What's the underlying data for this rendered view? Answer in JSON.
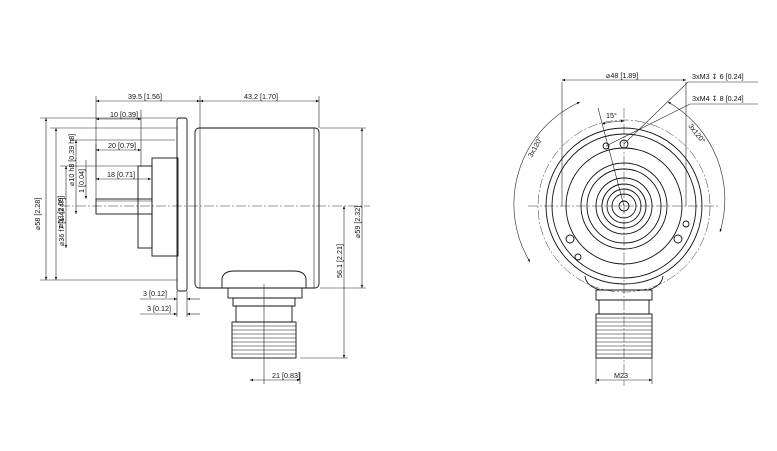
{
  "side_view": {
    "dims": {
      "shaft_len": "39.5 [1.56]",
      "body_len": "43.2 [1.70]",
      "flange_step": "10 [0.39]",
      "spigot_len": "20 [0.79]",
      "shaft_step": "18 [0.71]",
      "flange_th1": "3 [0.12]",
      "flange_th2": "3 [0.12]",
      "connector_off": "21 [0.83]",
      "dia_58": "⌀58 [2.28]",
      "dia_53": "⌀53 [2.09]",
      "dia_36": "⌀36 f7 [1.42 f7]",
      "dia_10": "⌀10 h8 [0.39 h8]",
      "chamfer": "1 [0.04]",
      "dia_59": "⌀59 [2.32]",
      "height_56": "56.1 [2.21]"
    }
  },
  "front_view": {
    "dims": {
      "dia_48": "⌀48 [1.89]",
      "m3_holes": "3xM3 ↧ 6 [0.24]",
      "m4_holes": "3xM4 ↧ 8 [0.24]",
      "angle_15": "15°",
      "angle_120_left": "3x120°",
      "angle_120_right": "3x120°",
      "thread": "M23"
    }
  }
}
